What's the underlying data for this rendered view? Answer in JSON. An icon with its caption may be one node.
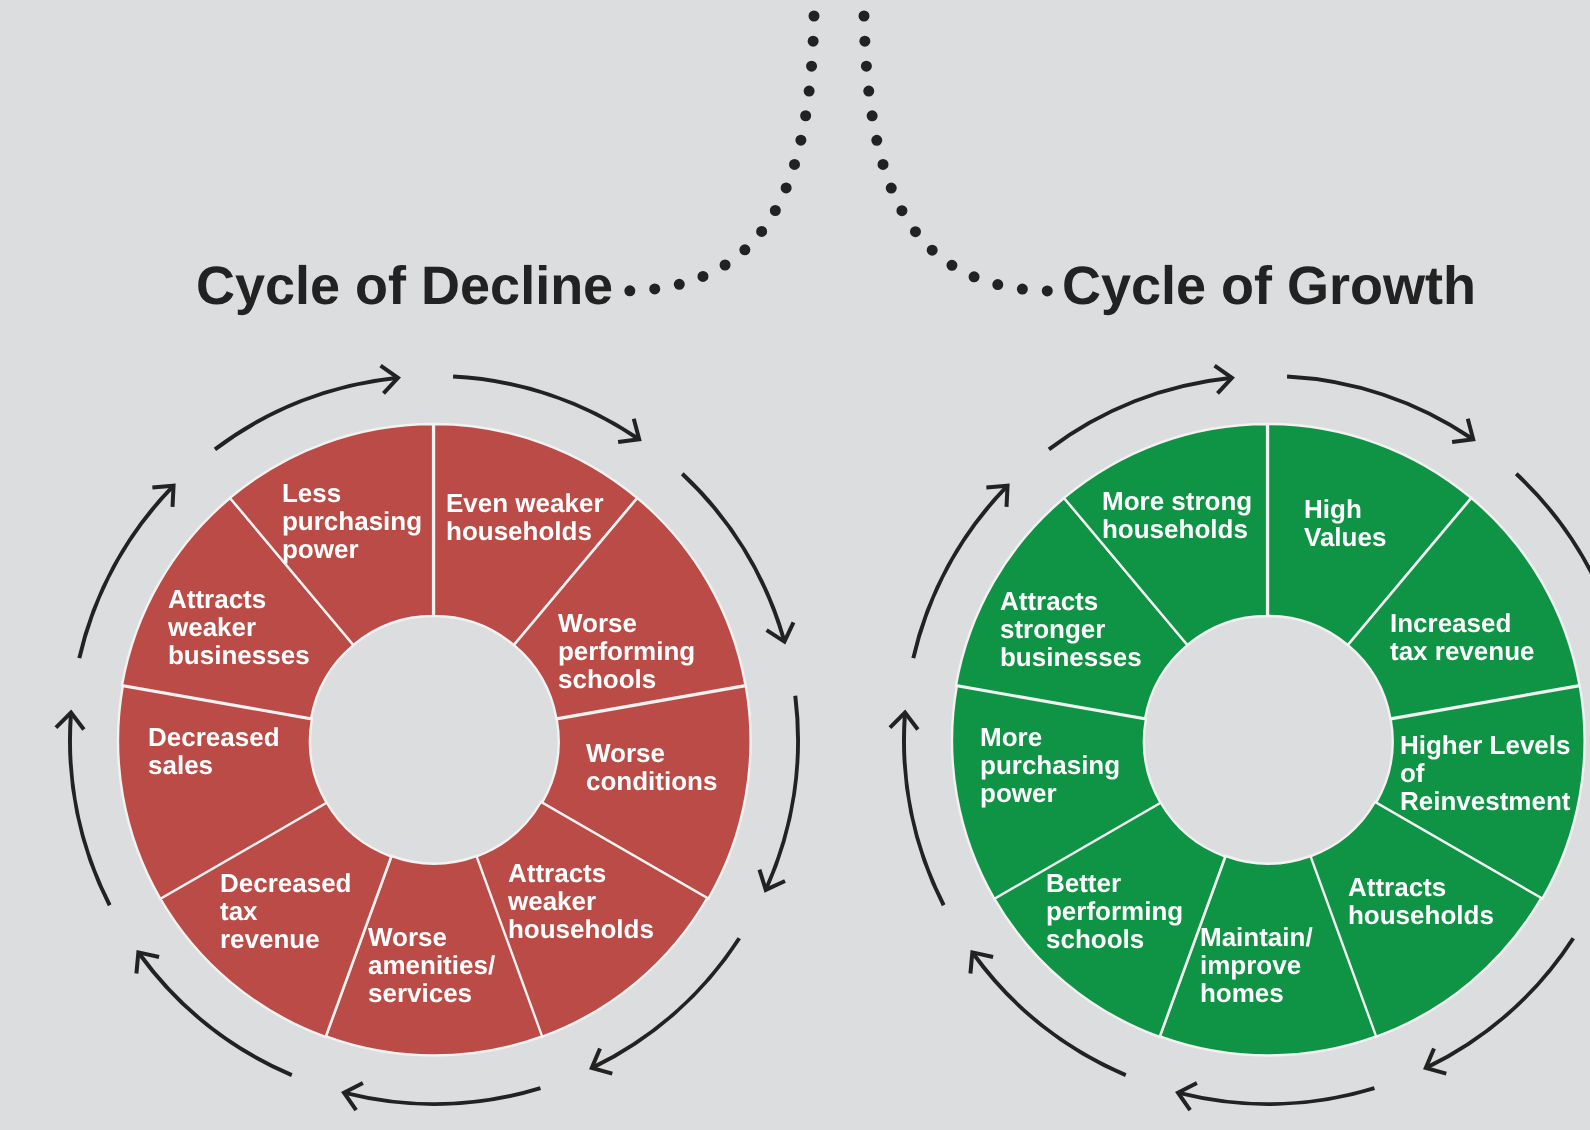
{
  "diagram": {
    "nodes": [
      {
        "text": [
          "Cycle of Decline"
        ]
      },
      {
        "text": [
          "Even weaker households"
        ]
      },
      {
        "text": [
          "Worse performing schools"
        ]
      },
      {
        "text": [
          "Worse conditions"
        ]
      },
      {
        "text": [
          "Attracts weaker households"
        ]
      },
      {
        "text": [
          "Worse amenities/ services"
        ]
      },
      {
        "text": [
          "Decreased tax revenue"
        ]
      },
      {
        "text": [
          "Decreased sales"
        ]
      },
      {
        "text": [
          "Attracts weaker businesses"
        ]
      },
      {
        "text": [
          "Less purchasing power"
        ]
      },
      {
        "text": [
          "Cycle of Growth"
        ]
      },
      {
        "text": [
          "High Values"
        ]
      },
      {
        "text": [
          "Increased tax revenue"
        ]
      },
      {
        "text": [
          "Higher Levels of Reinvestment"
        ]
      },
      {
        "text": [
          "Attracts households"
        ]
      },
      {
        "text": [
          "Maintain/ improve homes"
        ]
      },
      {
        "text": [
          "Better performing schools"
        ]
      },
      {
        "text": [
          "More purchasing power"
        ]
      },
      {
        "text": [
          "Attracts stronger businesses"
        ]
      },
      {
        "text": [
          "More strong households"
        ]
      }
    ],
    "edges": [
      {
        "from": null,
        "to": 0,
        "arrow": "none",
        "style": "dashed"
      },
      {
        "from": null,
        "to": 10,
        "arrow": "none",
        "style": "dashed"
      }
    ]
  }
}
